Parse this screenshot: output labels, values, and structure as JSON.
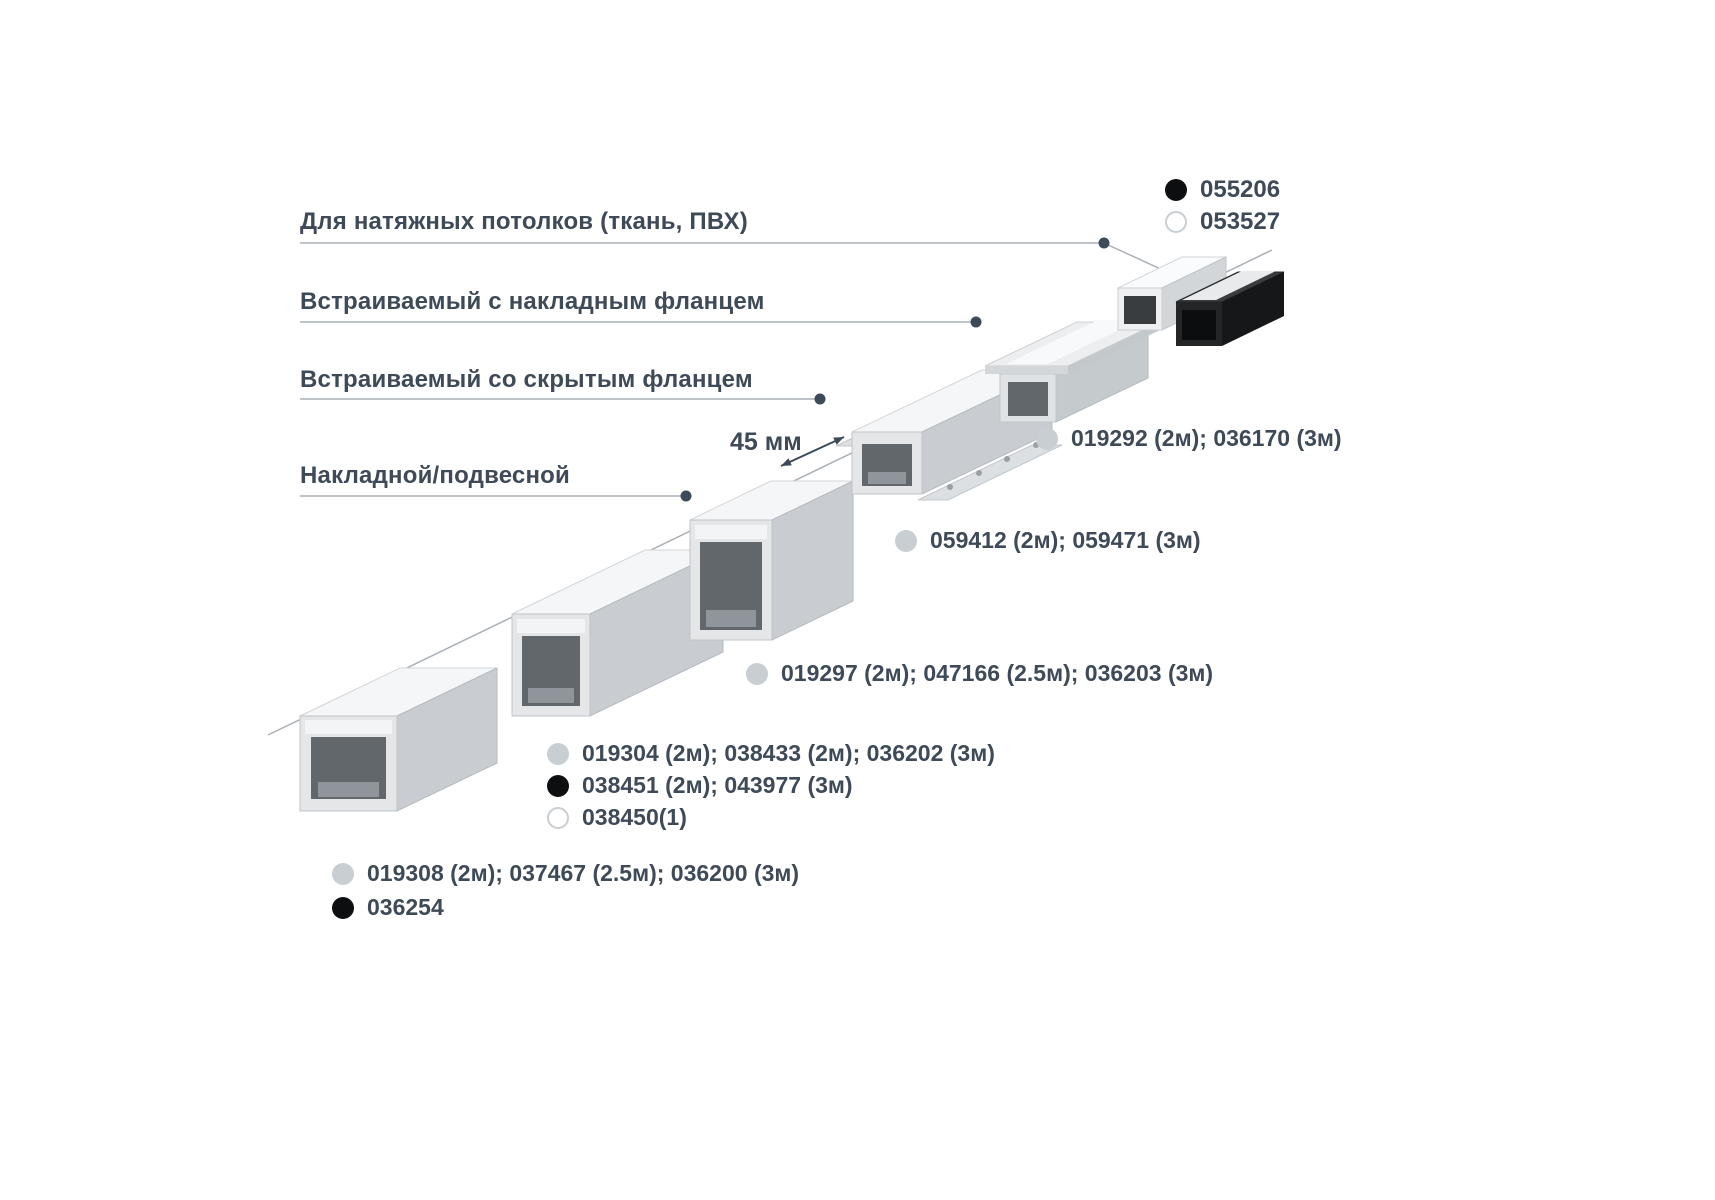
{
  "colors": {
    "text": "#3e4a57",
    "leader_line": "#aab0b5",
    "marker_gray": "#c9ced2",
    "marker_black": "#0d0e0f",
    "marker_white": "#ffffff",
    "profile_light": "#f5f6f8",
    "profile_mid": "#c9cdd1",
    "profile_dark_cavity": "#62676c",
    "profile_black": "#232526"
  },
  "callouts": [
    {
      "label": "Для натяжных потолков (ткань, ПВХ)"
    },
    {
      "label": "Встраиваемый с накладным фланцем"
    },
    {
      "label": "Встраиваемый со скрытым фланцем"
    },
    {
      "label": "Накладной/подвесной"
    }
  ],
  "dimension": {
    "label": "45 мм"
  },
  "legend": {
    "items": [
      {
        "marker": "black",
        "code": "055206"
      },
      {
        "marker": "white",
        "code": "053527"
      }
    ]
  },
  "codes": [
    {
      "marker": "gray",
      "text": "019292 (2м); 036170 (3м)"
    },
    {
      "marker": "gray",
      "text": "059412 (2м); 059471 (3м)"
    },
    {
      "marker": "gray",
      "text": "019297 (2м); 047166 (2.5м); 036203 (3м)"
    },
    {
      "marker": "gray",
      "text": "019304 (2м); 038433 (2м); 036202 (3м)"
    },
    {
      "marker": "black",
      "text": "038451 (2м); 043977 (3м)"
    },
    {
      "marker": "white",
      "text": "038450(1)"
    },
    {
      "marker": "gray",
      "text": "019308 (2м); 037467 (2.5м); 036200 (3м)"
    },
    {
      "marker": "black",
      "text": "036254"
    }
  ]
}
